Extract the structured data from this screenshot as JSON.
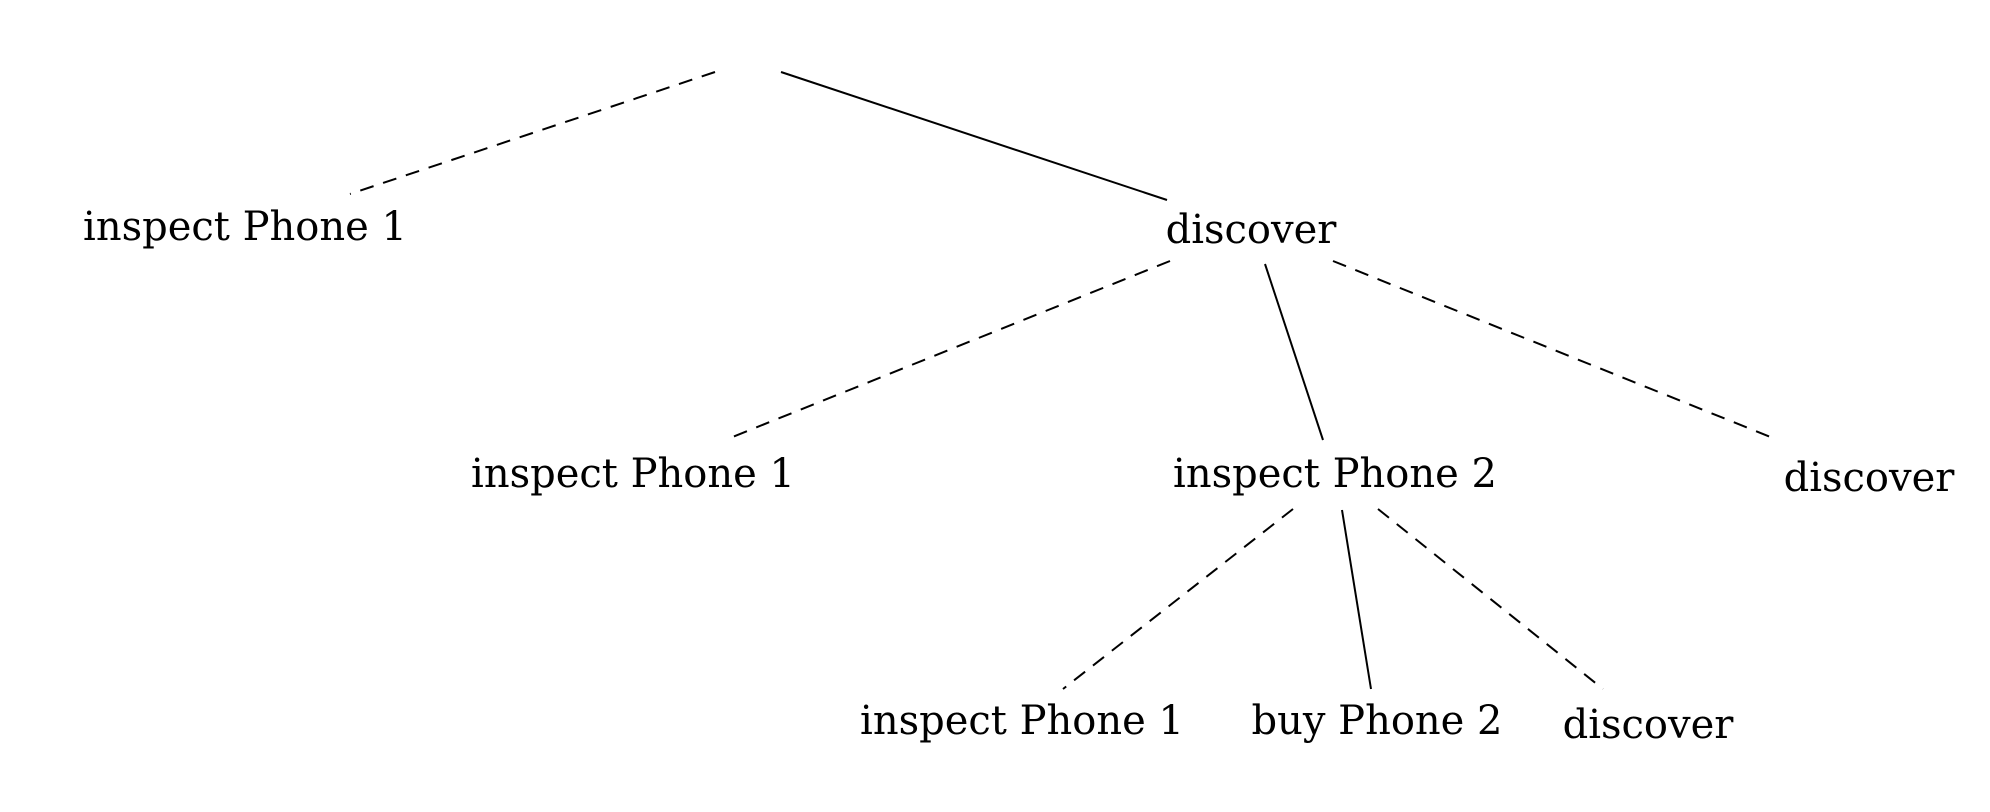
{
  "tree": {
    "nodes": [
      {
        "id": "root",
        "label": ""
      },
      {
        "id": "n1",
        "label": "inspect Phone 1"
      },
      {
        "id": "n2",
        "label": "discover"
      },
      {
        "id": "n3",
        "label": "inspect Phone 1"
      },
      {
        "id": "n4",
        "label": "inspect Phone 2"
      },
      {
        "id": "n5",
        "label": "discover"
      },
      {
        "id": "n6",
        "label": "inspect Phone 1"
      },
      {
        "id": "n7",
        "label": "buy Phone 2"
      },
      {
        "id": "n8",
        "label": "discover"
      }
    ],
    "edges": [
      {
        "from": "root",
        "to": "n1",
        "style": "dashed"
      },
      {
        "from": "root",
        "to": "n2",
        "style": "solid"
      },
      {
        "from": "n2",
        "to": "n3",
        "style": "dashed"
      },
      {
        "from": "n2",
        "to": "n4",
        "style": "solid"
      },
      {
        "from": "n2",
        "to": "n5",
        "style": "dashed"
      },
      {
        "from": "n4",
        "to": "n6",
        "style": "dashed"
      },
      {
        "from": "n4",
        "to": "n7",
        "style": "solid"
      },
      {
        "from": "n4",
        "to": "n8",
        "style": "dashed"
      }
    ]
  }
}
